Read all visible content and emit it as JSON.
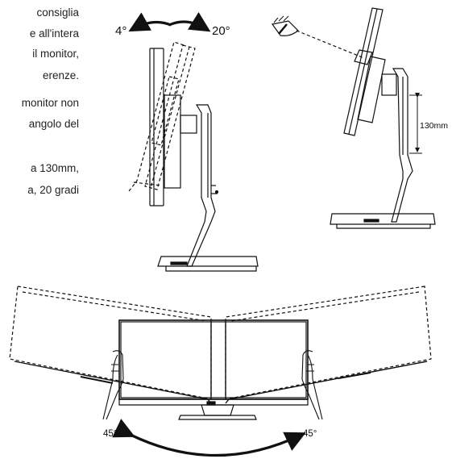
{
  "text_lines": [
    "consiglia",
    "e all'intera",
    "il monitor,",
    "erenze.",
    "monitor non",
    "angolo del",
    "a 130mm,",
    "a, 20 gradi"
  ],
  "labels": {
    "tilt_forward": "4°",
    "tilt_back": "20°",
    "height": "130mm",
    "swivel_left": "45°",
    "swivel_right": "45°"
  },
  "colors": {
    "ink": "#111111",
    "text": "#222222",
    "background": "#ffffff"
  },
  "icons": {
    "eye": "eye-icon"
  }
}
